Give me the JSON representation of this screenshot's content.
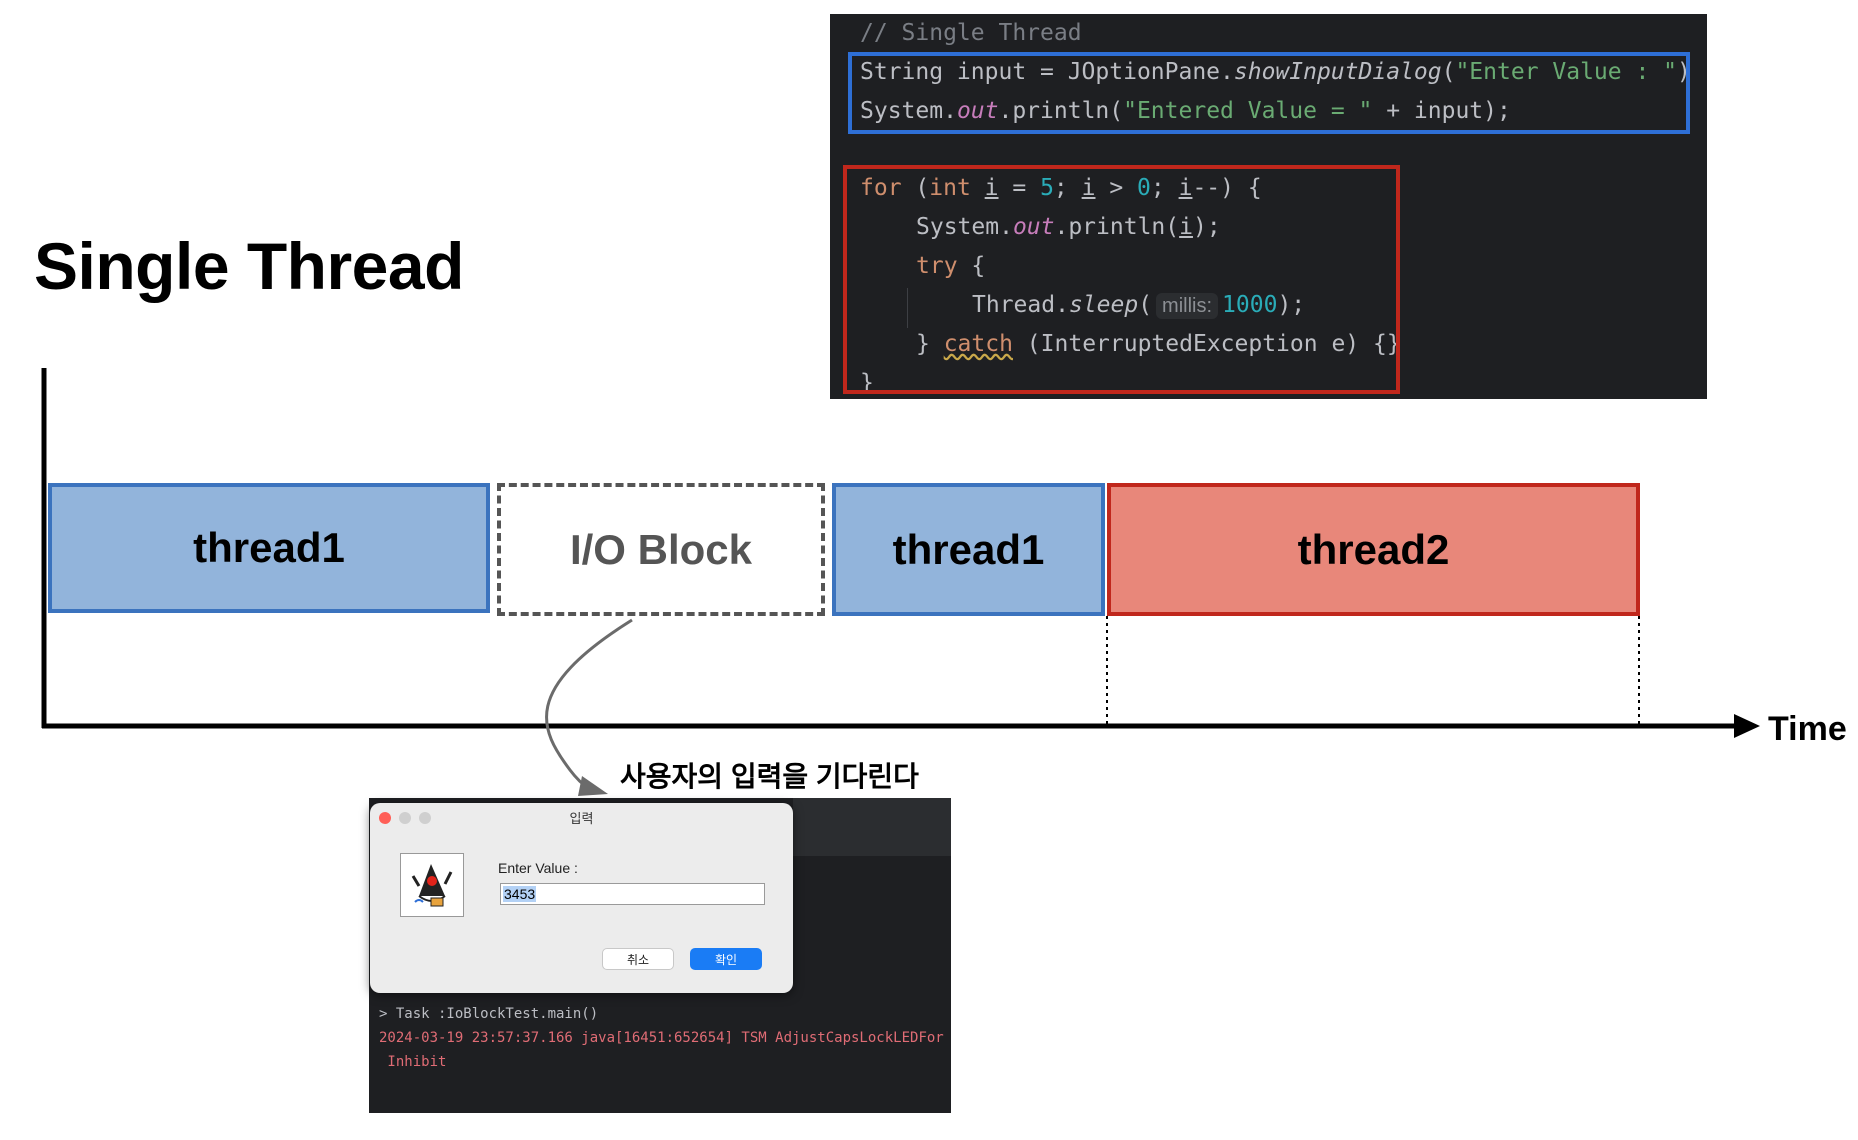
{
  "title": "Single Thread",
  "code": {
    "comment": "// Single Thread",
    "line1": {
      "a": "String input = JOptionPane.",
      "method": "showInputDialog",
      "b": "(",
      "str": "\"Enter Value : \"",
      "c": ")"
    },
    "line2": {
      "a": "System.",
      "field": "out",
      "b": ".println(",
      "str": "\"Entered Value = \"",
      "c": " + input);"
    },
    "line3": {
      "kw1": "for",
      "a": " (",
      "kw2": "int",
      "b": " ",
      "i1": "i",
      "c": " = ",
      "n1": "5",
      "d": "; ",
      "i2": "i",
      "e": " > ",
      "n2": "0",
      "f": "; ",
      "i3": "i",
      "g": "--) {"
    },
    "line4": {
      "a": "System.",
      "field": "out",
      "b": ".println(",
      "i": "i",
      "c": ");"
    },
    "line5": {
      "kw": "try",
      "a": " {"
    },
    "line6": {
      "a": "Thread.",
      "method": "sleep",
      "b": "(",
      "hint": "millis:",
      "num": "1000",
      "c": ");"
    },
    "line7": {
      "a": "} ",
      "kw": "catch",
      "b": " (InterruptedException e) {}"
    },
    "line8": "}"
  },
  "timeline": {
    "blocks": [
      "thread1",
      "I/O Block",
      "thread1",
      "thread2"
    ],
    "axis_label": "Time",
    "caption": "사용자의 입력을 기다린다"
  },
  "dialog": {
    "title": "입력",
    "label": "Enter Value :",
    "value": "3453",
    "cancel": "취소",
    "ok": "확인"
  },
  "console": {
    "line1": "> Task :IoBlockTest.main()",
    "line2": "2024-03-19 23:57:37.166 java[16451:652654] TSM AdjustCapsLockLEDFor",
    "line3": " Inhibit"
  },
  "colors": {
    "thread1": "#92b4db",
    "thread2": "#e8877a",
    "highlight_blue": "#2e6fd6",
    "highlight_red": "#c0271c"
  }
}
